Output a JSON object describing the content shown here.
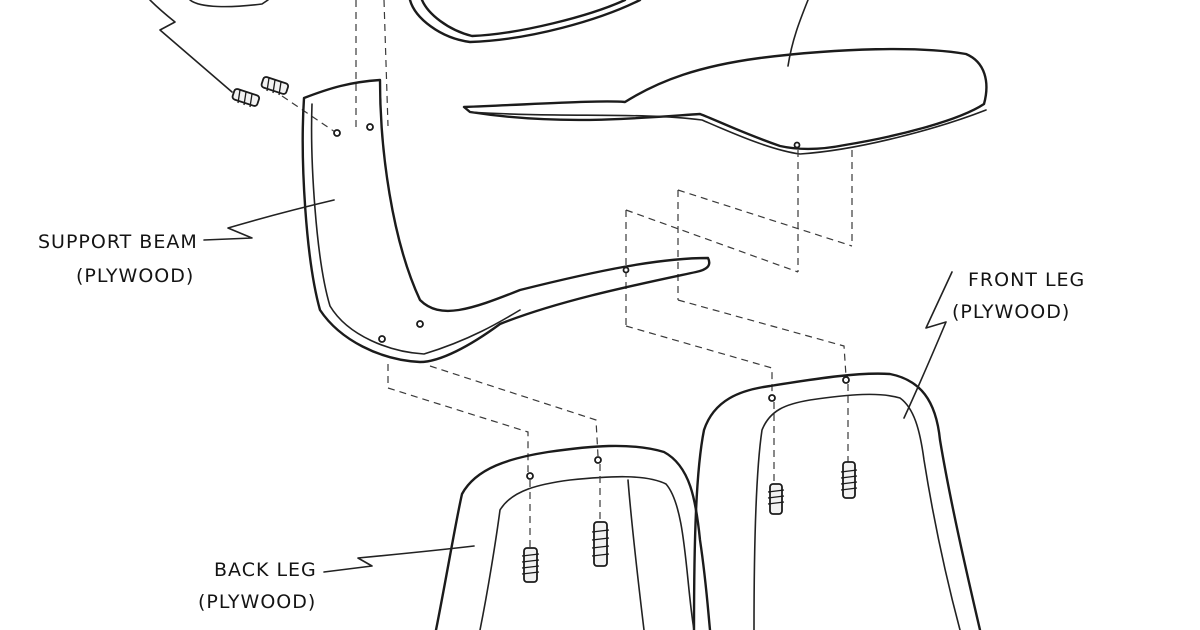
{
  "labels": {
    "support_beam": {
      "name": "SUPPORT BEAM",
      "material": "(PLYWOOD)"
    },
    "front_leg": {
      "name": "FRONT LEG",
      "material": "(PLYWOOD)"
    },
    "back_leg": {
      "name": "BACK LEG",
      "material": "(PLYWOOD)"
    }
  },
  "colors": {
    "ink": "#1b1b1b",
    "paper": "#ffffff"
  }
}
